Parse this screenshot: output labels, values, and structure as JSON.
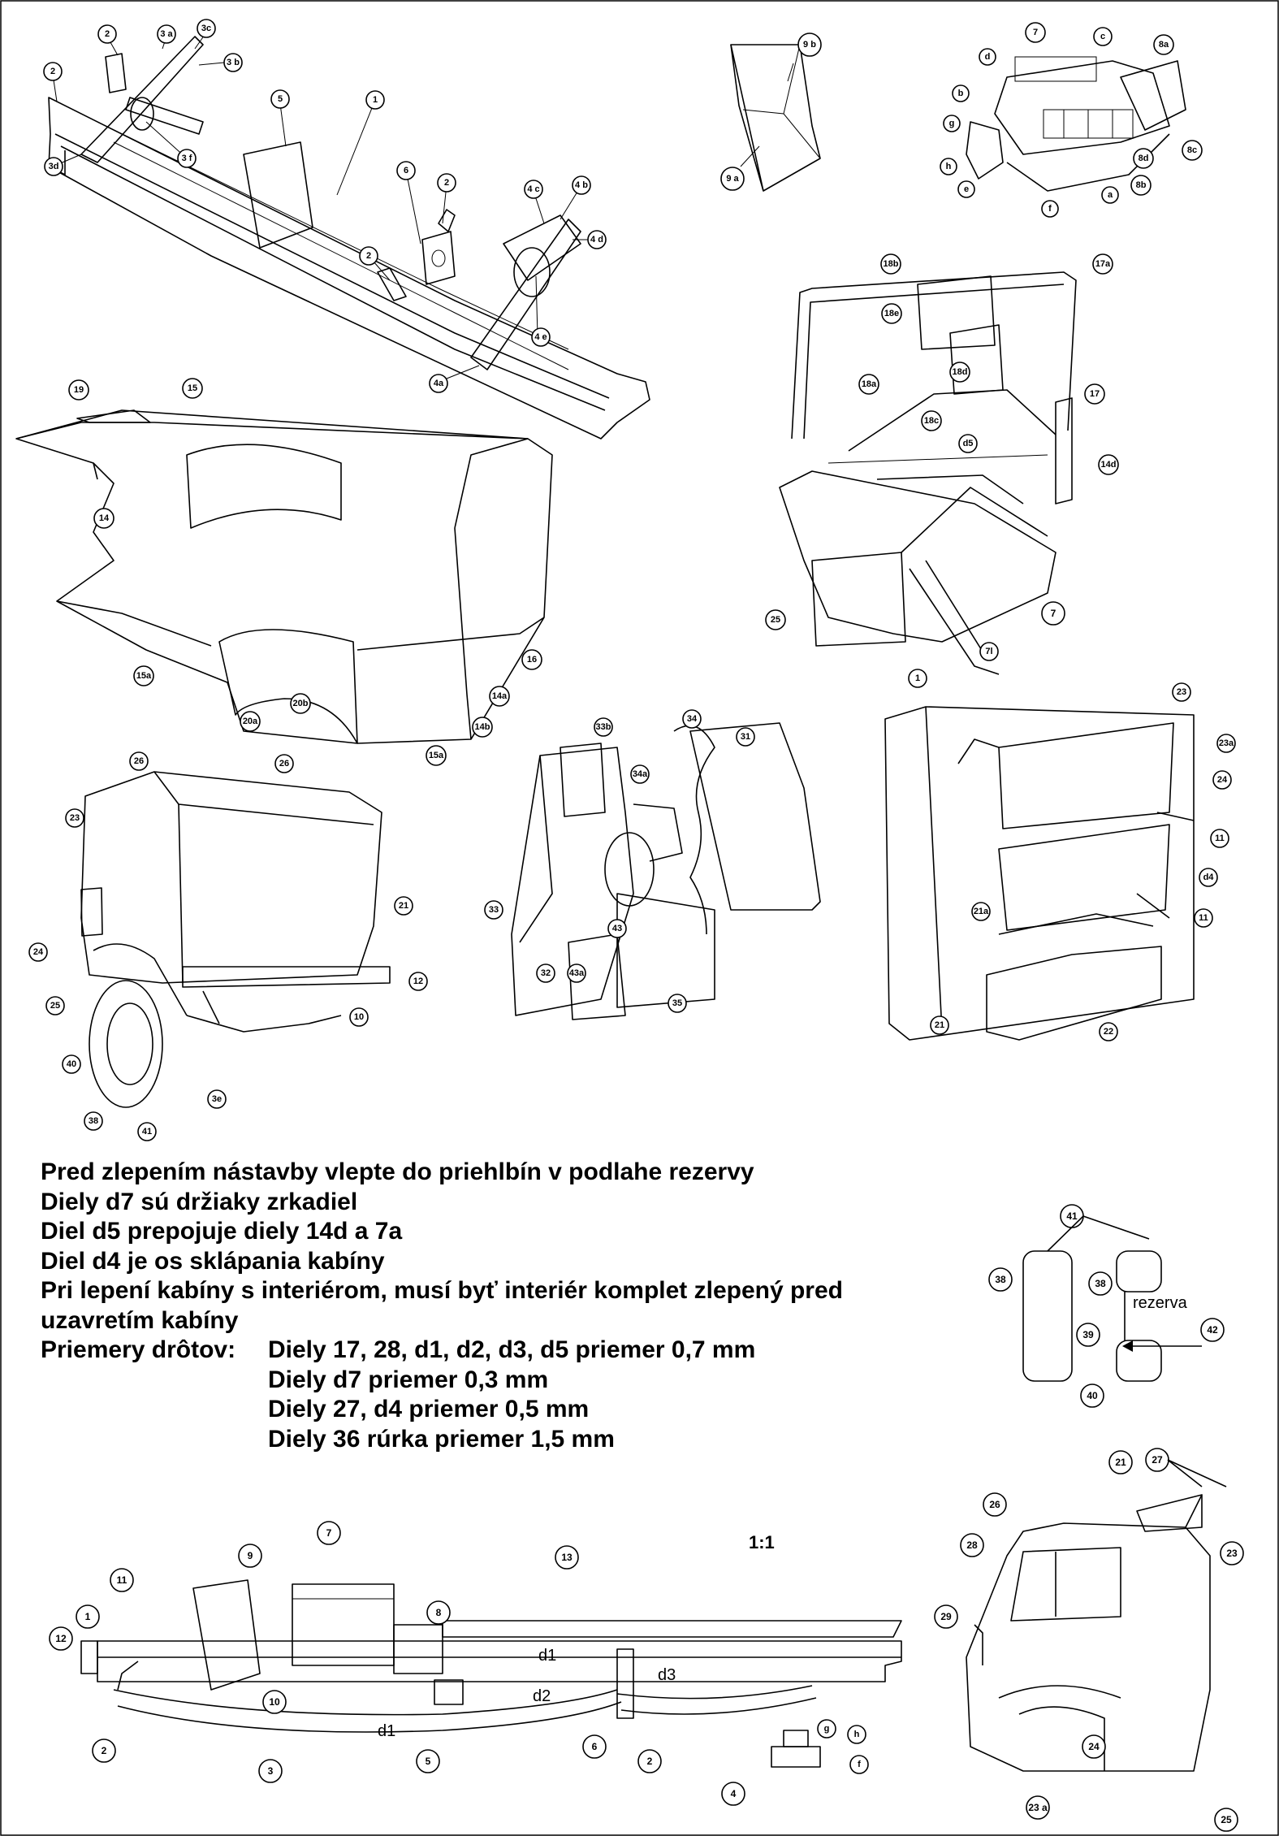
{
  "instructions": {
    "line1": "Pred zlepením nástavby vlepte do priehlbín v podlahe rezervy",
    "line2": "Diely d7 sú držiaky zrkadiel",
    "line3": "Diel d5 prepojuje diely 14d a 7a",
    "line4": "Diel d4 je os sklápania kabíny",
    "line5": "Pri lepení kabíny s interiérom, musí byť interiér komplet zlepený pred",
    "line6": "uzavretím kabíny",
    "wire_label": "Priemery drôtov:",
    "wire_specs": [
      "Diely 17, 28, d1, d2, d3, d5 priemer  0,7 mm",
      "Diely d7 priemer 0,3 mm",
      "Diely 27, d4 priemer 0,5 mm",
      "Diely 36 rúrka priemer 1,5 mm"
    ]
  },
  "scale_label": "1:1",
  "spare_label": "rezerva",
  "wire_names": [
    "d1",
    "d2",
    "d3",
    "d1"
  ],
  "callouts": {
    "frame": [
      "2",
      "3 a",
      "3c",
      "3 b",
      "2",
      "3d",
      "3 f",
      "5",
      "1",
      "6",
      "2",
      "2",
      "4 c",
      "4 b",
      "4 d",
      "4 e",
      "4a"
    ],
    "rear_assembly": [
      "9 b",
      "9 a"
    ],
    "engine": [
      "7",
      "d",
      "c",
      "8a",
      "b",
      "g",
      "h",
      "e",
      "f",
      "a",
      "8b",
      "8d",
      "8c"
    ],
    "frame_rear": [
      "18b",
      "17a",
      "18e",
      "18d",
      "18a",
      "17",
      "18c",
      "d5",
      "14d",
      "25",
      "7",
      "7l",
      "1"
    ],
    "cab_shell": [
      "19",
      "15",
      "14",
      "16",
      "14a",
      "14b",
      "15a",
      "15a",
      "20a",
      "20b"
    ],
    "cab_assembled": [
      "26",
      "26",
      "23",
      "21",
      "24",
      "12",
      "25",
      "10",
      "40",
      "38",
      "41",
      "3e"
    ],
    "interior": [
      "33b",
      "34",
      "31",
      "34a",
      "33",
      "43",
      "32",
      "43a",
      "35"
    ],
    "cab_rear": [
      "23",
      "23a",
      "24",
      "11",
      "d4",
      "21a",
      "11",
      "21",
      "22"
    ],
    "wheels": [
      "41",
      "38",
      "38",
      "39",
      "40",
      "42"
    ],
    "side_view": [
      "9",
      "7",
      "11",
      "1",
      "12",
      "8",
      "13",
      "10",
      "2",
      "3",
      "5",
      "6",
      "2",
      "4",
      "g",
      "h",
      "f"
    ],
    "cab_side": [
      "21",
      "27",
      "26",
      "28",
      "23",
      "29",
      "24",
      "23 a",
      "25"
    ]
  }
}
